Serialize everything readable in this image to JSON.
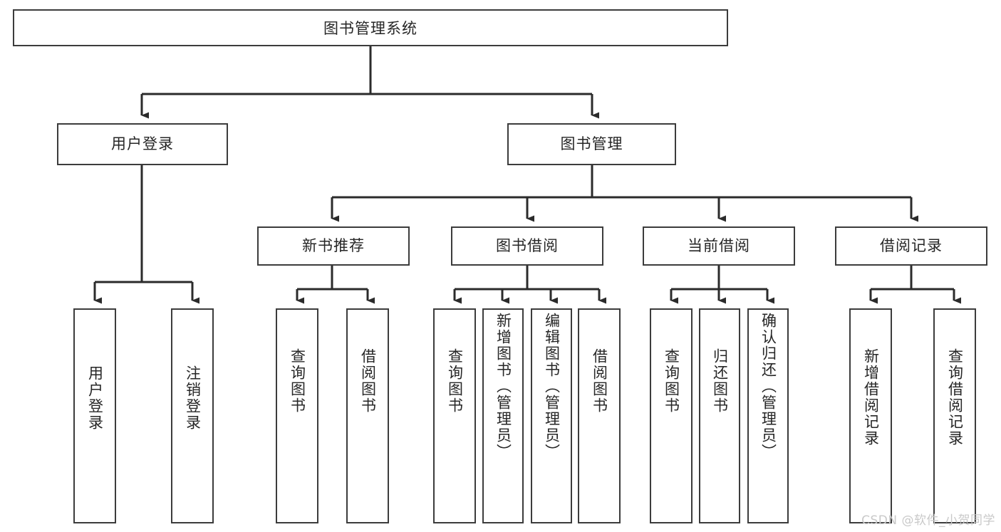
{
  "diagram": {
    "title": "图书管理系统",
    "type": "tree",
    "watermark": "CSDN @软件_小贺同学",
    "colors": {
      "box_border": "#3c3c3c",
      "box_fill": "#ffffff",
      "text": "#262626",
      "edge": "#2b2b2b",
      "watermark": "#c9c9c9"
    },
    "nodes": {
      "root": "图书管理系统",
      "l2": [
        "用户登录",
        "图书管理"
      ],
      "l3": [
        "新书推荐",
        "图书借阅",
        "当前借阅",
        "借阅记录"
      ],
      "leaves": {
        "user_login": [
          "用户登录",
          "注销登录"
        ],
        "new_book": [
          "查询图书",
          "借阅图书"
        ],
        "borrow": [
          "查询图书",
          "新增图书（管理员）",
          "编辑图书（管理员）",
          "借阅图书"
        ],
        "current": [
          "查询图书",
          "归还图书",
          "确认归还（管理员）"
        ],
        "records": [
          "新增借阅记录",
          "查询借阅记录"
        ]
      }
    }
  }
}
